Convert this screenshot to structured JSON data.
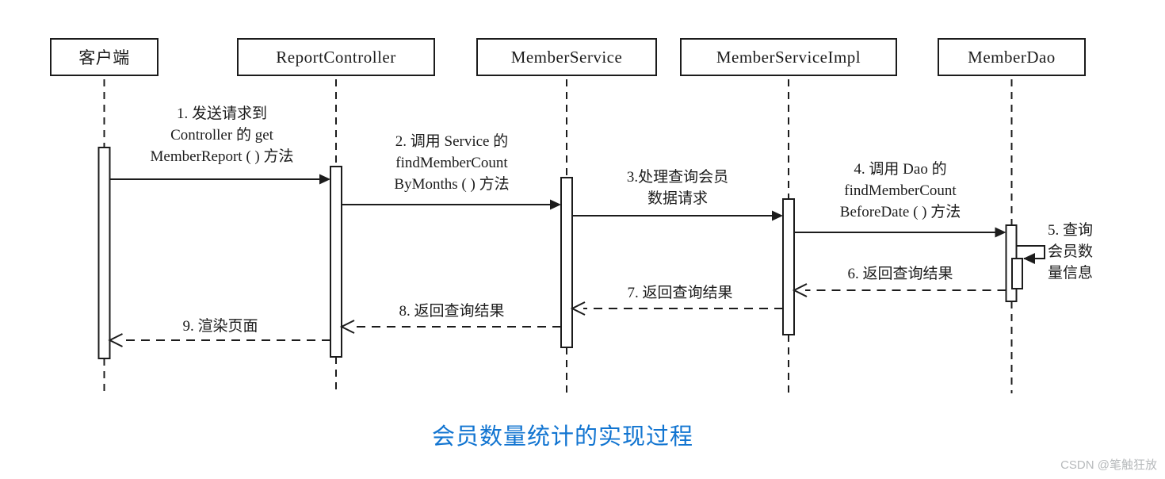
{
  "diagram": {
    "type": "uml-sequence",
    "actors": [
      {
        "label": "客户端"
      },
      {
        "label": "ReportController"
      },
      {
        "label": "MemberService"
      },
      {
        "label": "MemberServiceImpl"
      },
      {
        "label": "MemberDao"
      }
    ],
    "messages": [
      {
        "num": 1,
        "label": "1. 发送请求到\nController 的 get\nMemberReport ( ) 方法",
        "type": "sync",
        "from": "客户端",
        "to": "ReportController"
      },
      {
        "num": 2,
        "label": "2. 调用 Service 的\nfindMemberCount\nByMonths ( ) 方法",
        "type": "sync",
        "from": "ReportController",
        "to": "MemberService"
      },
      {
        "num": 3,
        "label": "3.处理查询会员\n数据请求",
        "type": "sync",
        "from": "MemberService",
        "to": "MemberServiceImpl"
      },
      {
        "num": 4,
        "label": "4. 调用 Dao 的\nfindMemberCount\nBeforeDate ( ) 方法",
        "type": "sync",
        "from": "MemberServiceImpl",
        "to": "MemberDao"
      },
      {
        "num": 5,
        "label": "5. 查询\n会员数\n量信息",
        "type": "self",
        "from": "MemberDao",
        "to": "MemberDao"
      },
      {
        "num": 6,
        "label": "6. 返回查询结果",
        "type": "return",
        "from": "MemberDao",
        "to": "MemberServiceImpl"
      },
      {
        "num": 7,
        "label": "7. 返回查询结果",
        "type": "return",
        "from": "MemberServiceImpl",
        "to": "MemberService"
      },
      {
        "num": 8,
        "label": "8. 返回查询结果",
        "type": "return",
        "from": "MemberService",
        "to": "ReportController"
      },
      {
        "num": 9,
        "label": "9. 渲染页面",
        "type": "return",
        "from": "ReportController",
        "to": "客户端"
      }
    ]
  },
  "caption": {
    "text": "会员数量统计的实现过程",
    "color": "#1275d1"
  },
  "watermark": {
    "text": "CSDN @笔触狂放",
    "color": "#b7babc"
  },
  "colors": {
    "line": "#1c1c1c",
    "background": "#ffffff"
  }
}
